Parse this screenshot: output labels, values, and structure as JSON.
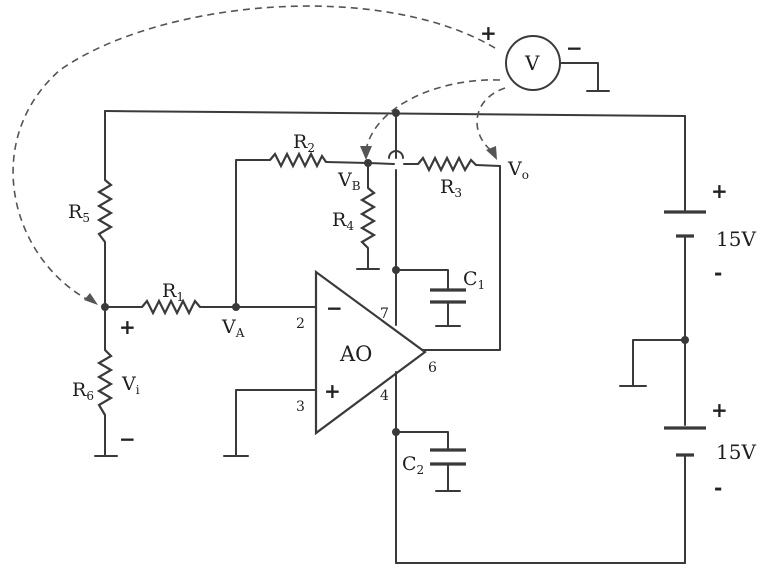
{
  "components": {
    "r1": {
      "letter": "R",
      "sub": "1"
    },
    "r2": {
      "letter": "R",
      "sub": "2"
    },
    "r3": {
      "letter": "R",
      "sub": "3"
    },
    "r4": {
      "letter": "R",
      "sub": "4"
    },
    "r5": {
      "letter": "R",
      "sub": "5"
    },
    "r6": {
      "letter": "R",
      "sub": "6"
    },
    "c1": {
      "letter": "C",
      "sub": "1"
    },
    "c2": {
      "letter": "C",
      "sub": "2"
    },
    "opamp": {
      "label": "AO"
    },
    "voltmeter": {
      "label": "V"
    }
  },
  "nodes": {
    "va": {
      "letter": "V",
      "sub": "A"
    },
    "vb": {
      "letter": "V",
      "sub": "B"
    },
    "vo": {
      "letter": "V",
      "sub": "o"
    },
    "vi": {
      "letter": "V",
      "sub": "i"
    }
  },
  "pins": {
    "p2": "2",
    "p3": "3",
    "p4": "4",
    "p6": "6",
    "p7": "7"
  },
  "supplies": {
    "top": "15V",
    "bottom": "15V"
  },
  "signs": {
    "plus": "+",
    "minus": "−",
    "dash": "-"
  }
}
